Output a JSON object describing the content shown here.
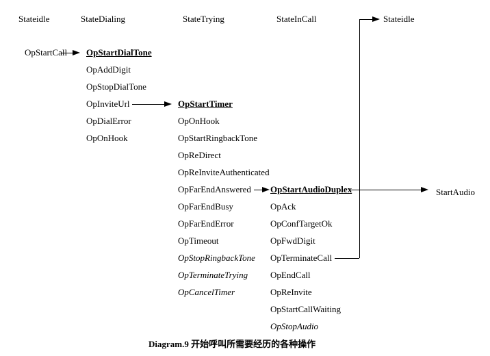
{
  "caption": "Diagram.9 开始呼叫所需要经历的各种操作",
  "columns": {
    "idle": {
      "header": "Stateidle",
      "items": [
        "OpStartCall"
      ]
    },
    "dialing": {
      "header": "StateDialing",
      "items": [
        "OpStartDialTone",
        "OpAddDigit",
        "OpStopDialTone",
        "OpInviteUrl",
        "OpDialError",
        "OpOnHook"
      ]
    },
    "trying": {
      "header": "StateTrying",
      "items": [
        "OpStartTimer",
        "OpOnHook",
        "OpStartRingbackTone",
        "OpReDirect",
        "OpReInviteAuthenticated",
        "OpFarEndAnswered",
        "OpFarEndBusy",
        "OpFarEndError",
        "OpTimeout",
        "OpStopRingbackTone",
        "OpTerminateTrying",
        "OpCancelTimer"
      ]
    },
    "incall": {
      "header": "StateInCall",
      "items": [
        "OpStartAudioDuplex",
        "OpAck",
        "OpConfTargetOk",
        "OpFwdDigit",
        "OpTerminateCall",
        "OpEndCall",
        "OpReInvite",
        "OpStartCallWaiting",
        "OpStopAudio"
      ]
    },
    "final_idle": {
      "header": "Stateidle"
    }
  },
  "result": {
    "start_audio": "StartAudio"
  },
  "colors": {
    "line": "#000000",
    "text": "#000000",
    "background": "#ffffff"
  }
}
